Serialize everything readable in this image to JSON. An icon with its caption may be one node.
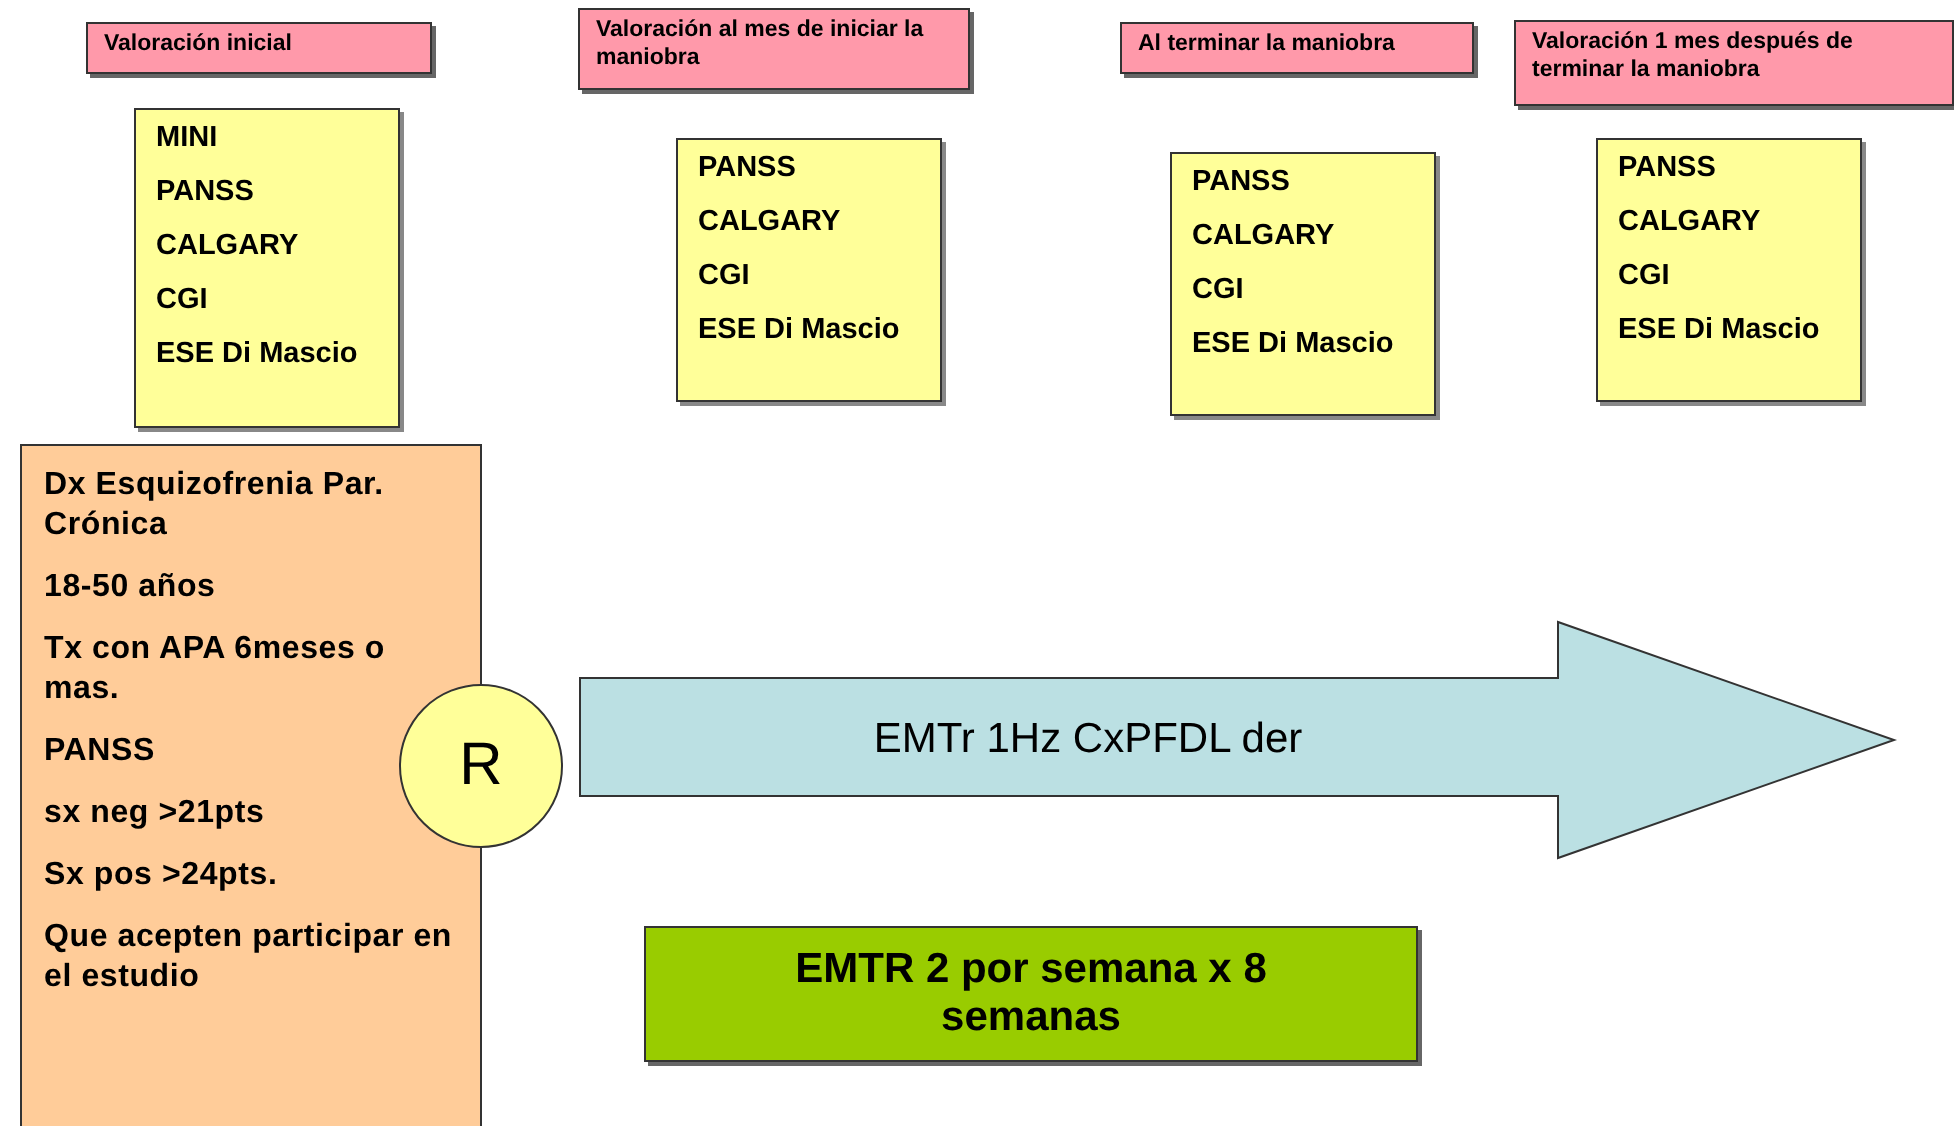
{
  "diagram": {
    "nodes": [
      {
        "text": [
          "Valoración inicial"
        ]
      },
      {
        "text": [
          "Valoración al mes de iniciar la maniobra"
        ]
      },
      {
        "text": [
          "Al terminar la maniobra"
        ]
      },
      {
        "text": [
          "Valoración 1 mes después de terminar la maniobra"
        ]
      },
      {
        "text": [
          "MINI",
          "PANSS",
          "CALGARY",
          "CGI",
          "ESE Di Mascio"
        ]
      },
      {
        "text": [
          "PANSS",
          "CALGARY",
          "CGI",
          "ESE Di Mascio"
        ]
      },
      {
        "text": [
          "PANSS",
          "CALGARY",
          "CGI",
          "ESE Di Mascio"
        ]
      },
      {
        "text": [
          "PANSS",
          "CALGARY",
          "CGI",
          "ESE Di Mascio"
        ]
      },
      {
        "text": [
          "Dx Esquizofrenia Par. Crónica",
          "18-50 años",
          "Tx con APA 6meses o mas.",
          "PANSS",
          "sx neg >21pts",
          "Sx pos >24pts.",
          "Que acepten participar en el estudio"
        ]
      },
      {
        "text": [
          "R"
        ]
      },
      {
        "text": [
          "EMTr 1Hz CxPFDL der"
        ]
      },
      {
        "text": [
          "EMTR 2 por semana x 8 semanas"
        ]
      }
    ],
    "edges": []
  }
}
